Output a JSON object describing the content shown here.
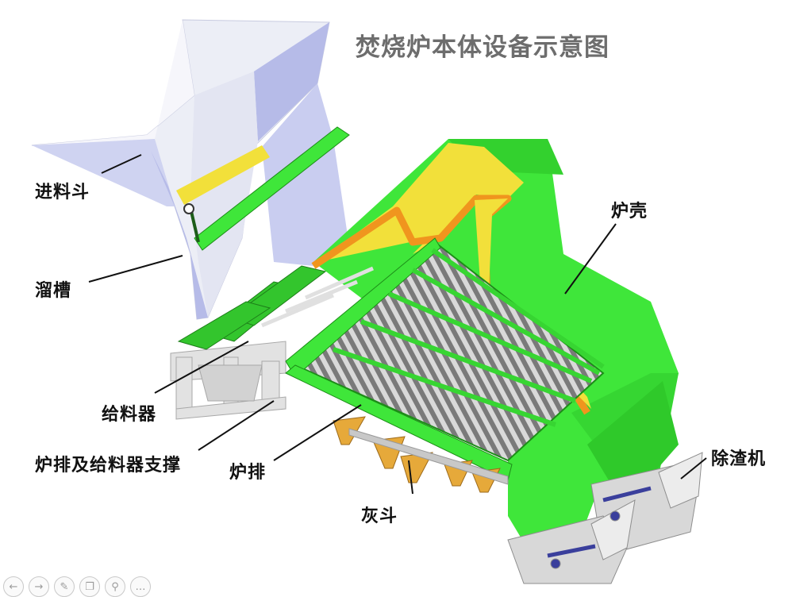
{
  "title": "焚烧炉本体设备示意图",
  "labels": {
    "feed_hopper": "进料斗",
    "chute": "溜槽",
    "feeder": "给料器",
    "grate_support": "炉排及给料器支撑",
    "grate": "炉排",
    "ash_hopper": "灰斗",
    "furnace_shell": "炉壳",
    "slag_remover": "除渣机"
  },
  "colors": {
    "shell_green": "#3fe63a",
    "shell_dark": "#22b51c",
    "yellow": "#f2e03a",
    "orange": "#f0951e",
    "hopper_light": "#eceef6",
    "hopper_blue": "#b6bbe8",
    "frame_grey": "#d8d8d8",
    "grate_grey": "#8c8c8c",
    "title_grey": "#6d6d6d"
  },
  "toolbar_icons": [
    "back-arrow-icon",
    "forward-arrow-icon",
    "pen-icon",
    "copy-icon",
    "zoom-icon",
    "more-icon"
  ]
}
